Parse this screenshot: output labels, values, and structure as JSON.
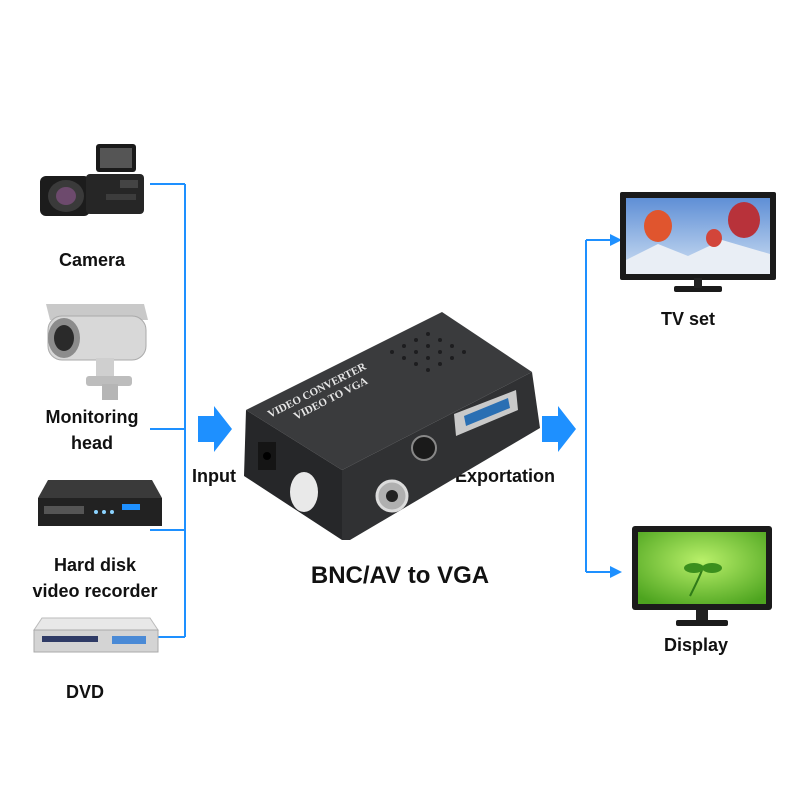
{
  "title": "BNC/AV to VGA",
  "inputs": [
    {
      "label": [
        "Camera"
      ],
      "icon": "camcorder-icon"
    },
    {
      "label": [
        "Monitoring",
        "head"
      ],
      "icon": "cctv-camera-icon"
    },
    {
      "label": [
        "Hard disk",
        "video recorder"
      ],
      "icon": "dvr-icon"
    },
    {
      "label": [
        "DVD"
      ],
      "icon": "dvd-player-icon"
    }
  ],
  "outputs": [
    {
      "label": [
        "TV set"
      ],
      "icon": "tv-icon"
    },
    {
      "label": [
        "Display"
      ],
      "icon": "monitor-icon"
    }
  ],
  "flow": {
    "input_label": "Input",
    "output_label": "Exportation"
  },
  "converter": {
    "line1": "VIDEO CONVERTER",
    "line2": "VIDEO TO VGA",
    "icon": "video-converter-box-icon"
  },
  "colors": {
    "connector": "#1e90ff",
    "arrow": "#1e90ff",
    "device_body": "#2e2f31"
  }
}
